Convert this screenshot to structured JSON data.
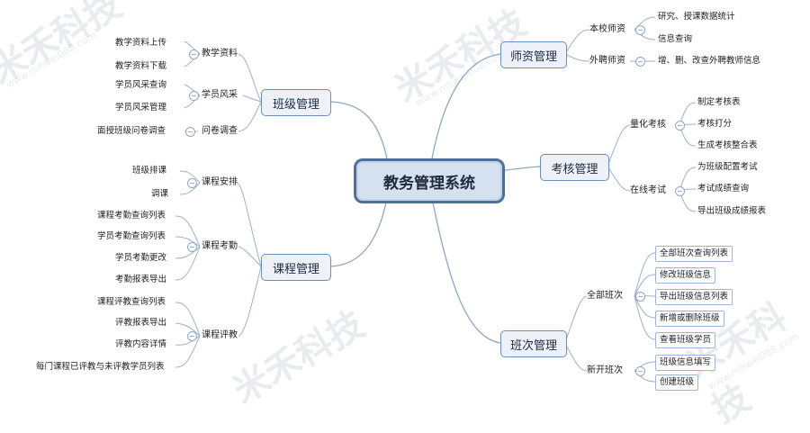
{
  "central": "教务管理系统",
  "branches": {
    "class_mgmt": {
      "label": "班级管理",
      "subs": [
        {
          "label": "教学资料",
          "leaves": [
            "教学资料上传",
            "教学资料下载"
          ]
        },
        {
          "label": "学员风采",
          "leaves": [
            "学员风采查询",
            "学员风采管理"
          ]
        },
        {
          "label": "问卷调查",
          "leaves": [
            "面授班级问卷调查"
          ]
        }
      ]
    },
    "course_mgmt": {
      "label": "课程管理",
      "subs": [
        {
          "label": "课程安排",
          "leaves": [
            "班级排课",
            "调课"
          ]
        },
        {
          "label": "课程考勤",
          "leaves": [
            "课程考勤查询列表",
            "学员考勤查询列表",
            "学员考勤更改",
            "考勤报表导出"
          ]
        },
        {
          "label": "课程评教",
          "leaves": [
            "课程评教查询列表",
            "评教报表导出",
            "评教内容详情",
            "每门课程已评教与未评教学员列表"
          ]
        }
      ]
    },
    "teacher_mgmt": {
      "label": "师资管理",
      "subs": [
        {
          "label": "本校师资",
          "leaves": [
            "研究、授课数据统计",
            "信息查询"
          ]
        },
        {
          "label": "外聘师资",
          "leaves": [
            "增、删、改查外聘教师信息"
          ]
        }
      ]
    },
    "exam_mgmt": {
      "label": "考核管理",
      "subs": [
        {
          "label": "量化考核",
          "leaves": [
            "制定考核表",
            "考核打分",
            "生成考核整合表"
          ]
        },
        {
          "label": "在线考试",
          "leaves": [
            "为班级配置考试",
            "考试成绩查询",
            "导出班级成绩报表"
          ]
        }
      ]
    },
    "session_mgmt": {
      "label": "班次管理",
      "subs": [
        {
          "label": "全部班次",
          "leaves": [
            "全部班次查询列表",
            "修改班级信息",
            "导出班级信息列表",
            "新增或删除班级",
            "查看班级学员"
          ]
        },
        {
          "label": "新开班次",
          "leaves": [
            "班级信息填写",
            "创建班级"
          ]
        }
      ]
    }
  },
  "watermark": {
    "brand": "米禾科技",
    "url": "www.mhwei008.com"
  }
}
